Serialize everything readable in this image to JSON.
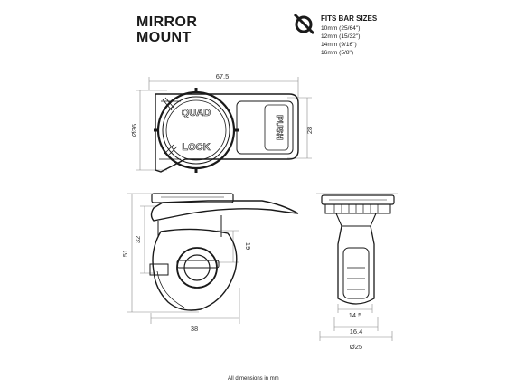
{
  "title": {
    "line1": "MIRROR",
    "line2": "MOUNT"
  },
  "fits": {
    "heading": "FITS BAR SIZES",
    "icon": "bar-clamp-icon",
    "sizes": [
      "10mm (25/64\")",
      "12mm (15/32\")",
      "14mm (9/16\")",
      "16mm (5/8\")"
    ]
  },
  "top_view": {
    "width_label": "67.5",
    "diameter_label": "Ø36",
    "height_label": "28",
    "logo_text_top": "QUAD",
    "logo_text_bottom": "LOCK",
    "push_text": "PUSH"
  },
  "side_view": {
    "total_height_label": "51",
    "upper_height_label": "32",
    "clamp_height_label": "19",
    "width_label": "38"
  },
  "front_view": {
    "inner_width_label": "14.5",
    "outer_width_label": "16.4",
    "diameter_label": "Ø25"
  },
  "footer": "All dimensions in mm"
}
